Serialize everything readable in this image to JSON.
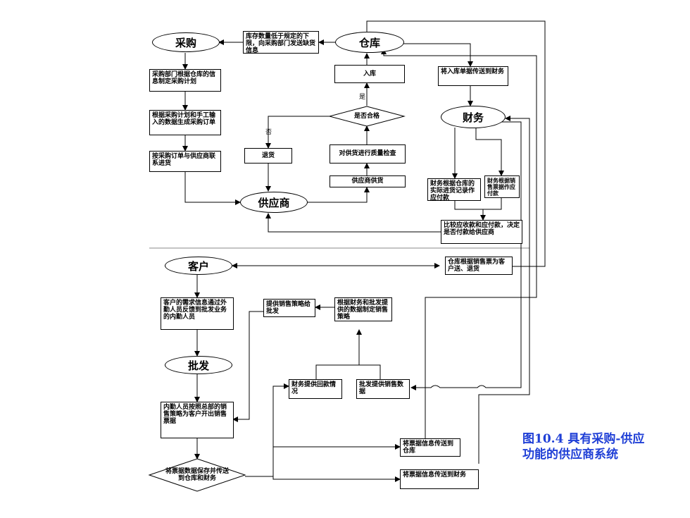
{
  "nodes": {
    "caigou": "采购",
    "cangku": "仓库",
    "caiwu": "财务",
    "gongyingshang": "供应商",
    "kehu": "客户",
    "pifa": "批发",
    "low_stock": "库存数量低于规定的下限，向采购部门发送缺货信息",
    "plan": "采购部门根据仓库的信息制定采购计划",
    "order": "根据采购计划和手工输入的数据生成采购订单",
    "contact": "按采购订单与供应商联系进货",
    "return": "退货",
    "inbound": "入库",
    "qualified": "是否合格",
    "qc": "对供货进行质量检查",
    "supply": "供应商供货",
    "to_finance": "将入库单据传送到财务",
    "pay_by_stock": "财务根据仓库的实际进货记录作应付款",
    "pay_by_bill": "财务根据销售票据作应付款",
    "compare": "比较应收款和应付款，决定是否付款给供应商",
    "ship": "仓库根据销售票为客户送、退货",
    "demand": "客户的需求信息通过外勤人员反馈到批发业务的内勤人员",
    "strategy_give": "提供销售策略给批发",
    "strategy_make": "根据财务和批发提供的数据制定销售策略",
    "fin_payment": "财务提供回款情况",
    "sales_data": "批发提供销售数据",
    "issue_bill": "内勤人员按照总部的销售策略为客户开出销售票据",
    "save_bill": "将票据数据保存并传送到仓库和财务",
    "bill_to_stock": "将票据信息传送到仓库",
    "bill_to_finance": "将票据信息传送到财务"
  },
  "labels": {
    "yes": "是",
    "no": "否"
  },
  "caption": {
    "line1": "图10.4  具有采购-供应",
    "line2": "功能的供应商系统"
  }
}
